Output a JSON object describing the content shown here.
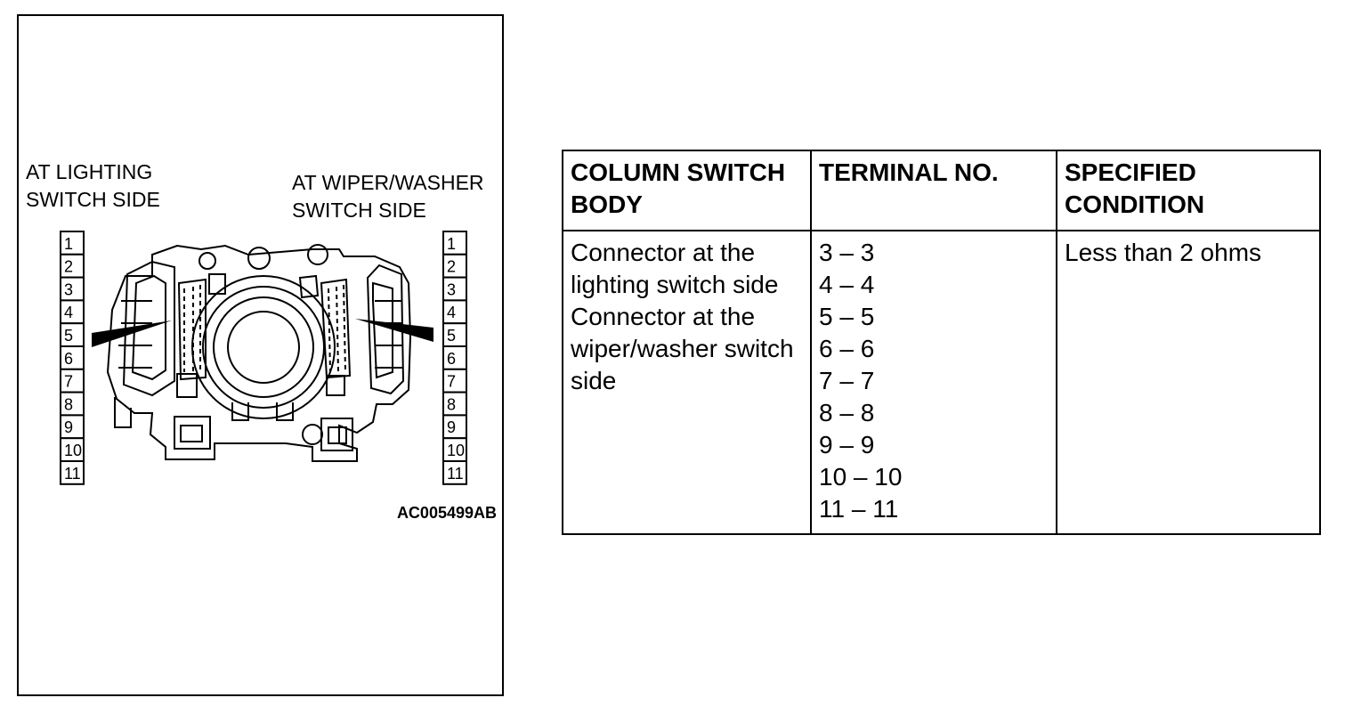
{
  "figure": {
    "label_left": [
      "AT LIGHTING",
      "SWITCH SIDE"
    ],
    "label_right": [
      "AT WIPER/WASHER",
      "SWITCH SIDE"
    ],
    "pins_left": [
      "1",
      "2",
      "3",
      "4",
      "5",
      "6",
      "7",
      "8",
      "9",
      "10",
      "11"
    ],
    "pins_right": [
      "1",
      "2",
      "3",
      "4",
      "5",
      "6",
      "7",
      "8",
      "9",
      "10",
      "11"
    ],
    "code": "AC005499AB"
  },
  "table": {
    "headers": [
      "COLUMN SWITCH BODY",
      "TERMINAL NO.",
      "SPECIFIED CONDITION"
    ],
    "body": "Connector at the lighting switch side Connector at the wiper/washer switch side",
    "terminals": [
      "3 – 3",
      "4 – 4",
      "5 – 5",
      "6 – 6",
      "7 – 7",
      "8 – 8",
      "9 – 9",
      "10 – 10",
      "11 – 11"
    ],
    "condition": "Less than 2 ohms"
  }
}
